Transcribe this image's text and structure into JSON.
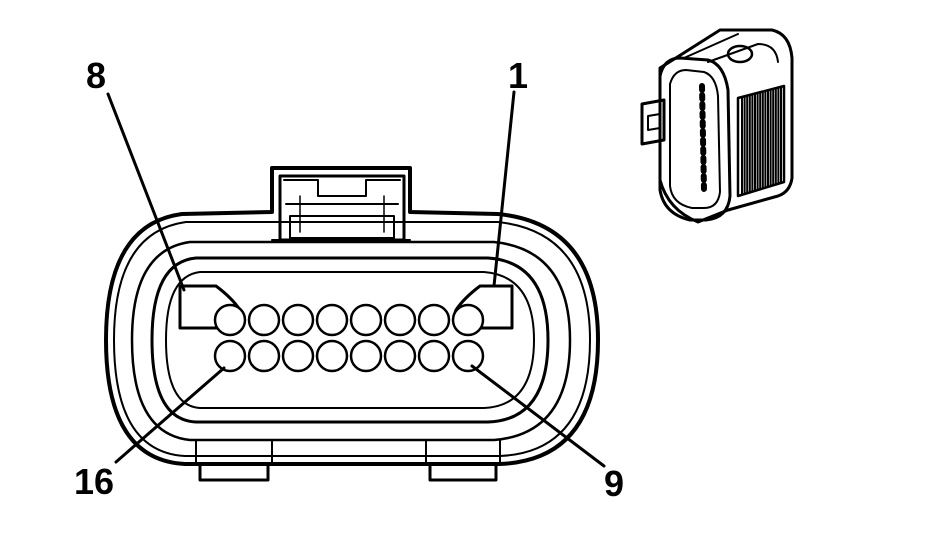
{
  "labels": {
    "pin_8": "8",
    "pin_1": "1",
    "pin_16": "16",
    "pin_9": "9"
  },
  "connector": {
    "pin_count": 16,
    "rows": 2,
    "pins_per_row": 8
  },
  "colors": {
    "line": "#000000",
    "background": "#ffffff"
  }
}
